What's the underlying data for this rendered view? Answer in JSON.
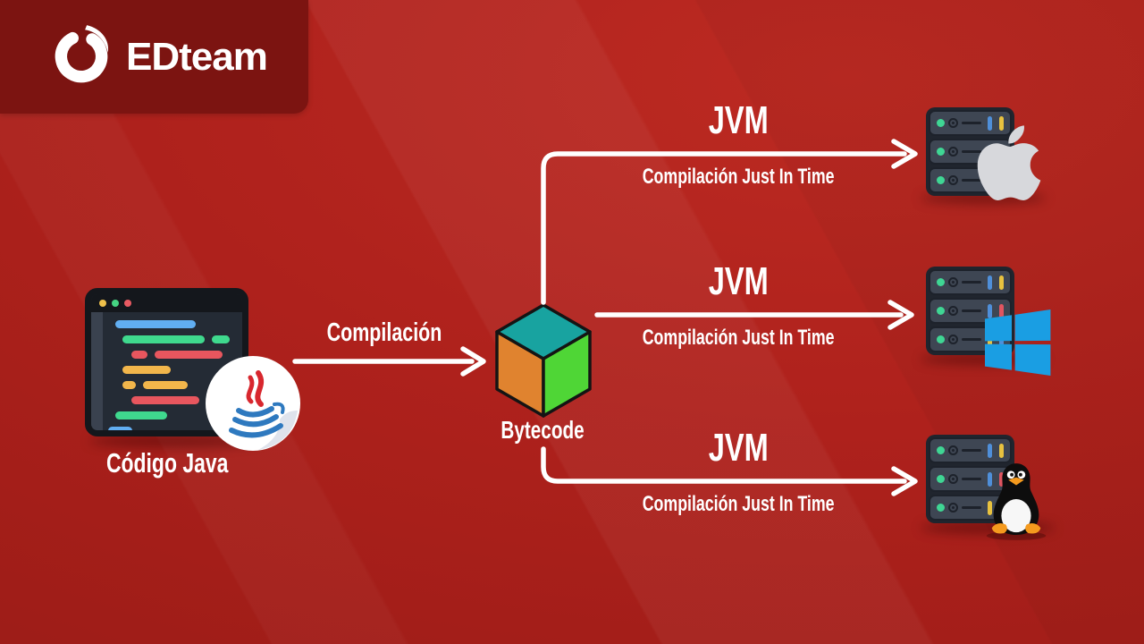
{
  "brand": {
    "name": "EDteam"
  },
  "flow": {
    "source": {
      "label": "Código Java"
    },
    "compilation": {
      "label": "Compilación"
    },
    "bytecode": {
      "label": "Bytecode"
    },
    "branches": [
      {
        "platform": "macOS",
        "jvm": "JVM",
        "jit": "Compilación Just In Time"
      },
      {
        "platform": "Windows",
        "jvm": "JVM",
        "jit": "Compilación Just In Time"
      },
      {
        "platform": "Linux",
        "jvm": "JVM",
        "jit": "Compilación Just In Time"
      }
    ]
  },
  "icons": {
    "edteam-logo": "white ring with swoosh",
    "code-editor": "dark code window with colored code lines",
    "java-logo": "java coffee cup with red steam on white circle",
    "bytecode-cube": "3d cube teal top, orange left, green right",
    "server-stack": "three stacked rack servers",
    "apple-logo": "apple silhouette",
    "windows-logo": "four-pane tilted window",
    "linux-tux": "tux penguin"
  },
  "colors": {
    "background": "#ae211c",
    "brand_panel": "#7c1411",
    "text": "#ffffff",
    "cube_top": "#18a3a0",
    "cube_left": "#e0832f",
    "cube_right": "#4fd636",
    "code_blue": "#61aef2",
    "code_green": "#3fd98e",
    "code_red": "#e8565e",
    "code_yellow": "#f2b64b",
    "windows_blue": "#1a9ee3",
    "apple_gray": "#d7d8dc",
    "server_body": "#3e4653",
    "led_green": "#3fd694",
    "java_red": "#d8272e",
    "java_blue": "#2e79bf"
  }
}
